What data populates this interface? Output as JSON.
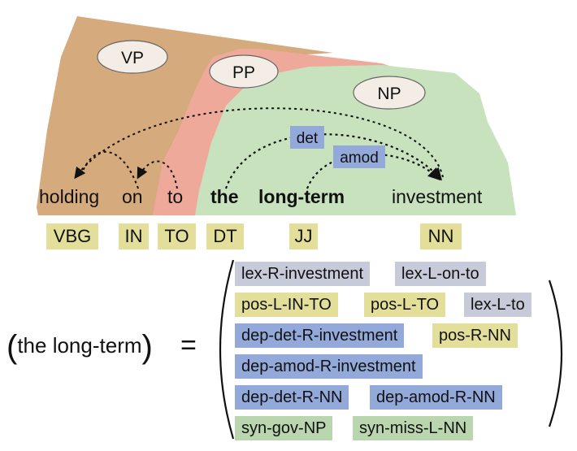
{
  "constituents": {
    "vp": {
      "label": "VP",
      "color": "#d5aa7d"
    },
    "pp": {
      "label": "PP",
      "color": "#efa99b"
    },
    "np": {
      "label": "NP",
      "color": "#c7e2bd"
    }
  },
  "words": [
    "holding",
    "on",
    "to",
    "the",
    "long-term",
    "investment"
  ],
  "pos_tags": [
    "VBG",
    "IN",
    "TO",
    "DT",
    "JJ",
    "NN"
  ],
  "arc_labels": {
    "det": "det",
    "amod": "amod"
  },
  "equation": {
    "lhs": "the long-term",
    "lparen": "(",
    "rparen": ")",
    "equals": "="
  },
  "features": [
    {
      "text": "lex-R-investment",
      "kind": "lex"
    },
    {
      "text": "lex-L-on-to",
      "kind": "lex"
    },
    {
      "text": "pos-L-IN-TO",
      "kind": "pos"
    },
    {
      "text": "pos-L-TO",
      "kind": "pos"
    },
    {
      "text": "lex-L-to",
      "kind": "lex"
    },
    {
      "text": "dep-det-R-investment",
      "kind": "dep"
    },
    {
      "text": "pos-R-NN",
      "kind": "pos"
    },
    {
      "text": "dep-amod-R-investment",
      "kind": "dep"
    },
    {
      "text": "dep-det-R-NN",
      "kind": "dep"
    },
    {
      "text": "dep-amod-R-NN",
      "kind": "dep"
    },
    {
      "text": "syn-gov-NP",
      "kind": "syn"
    },
    {
      "text": "syn-miss-L-NN",
      "kind": "syn"
    }
  ],
  "colors": {
    "lex": "#c7cad8",
    "pos": "#e3df9b",
    "dep": "#93a9da",
    "syn": "#b9d6ae",
    "label_ellipse": "#f3ede6"
  }
}
